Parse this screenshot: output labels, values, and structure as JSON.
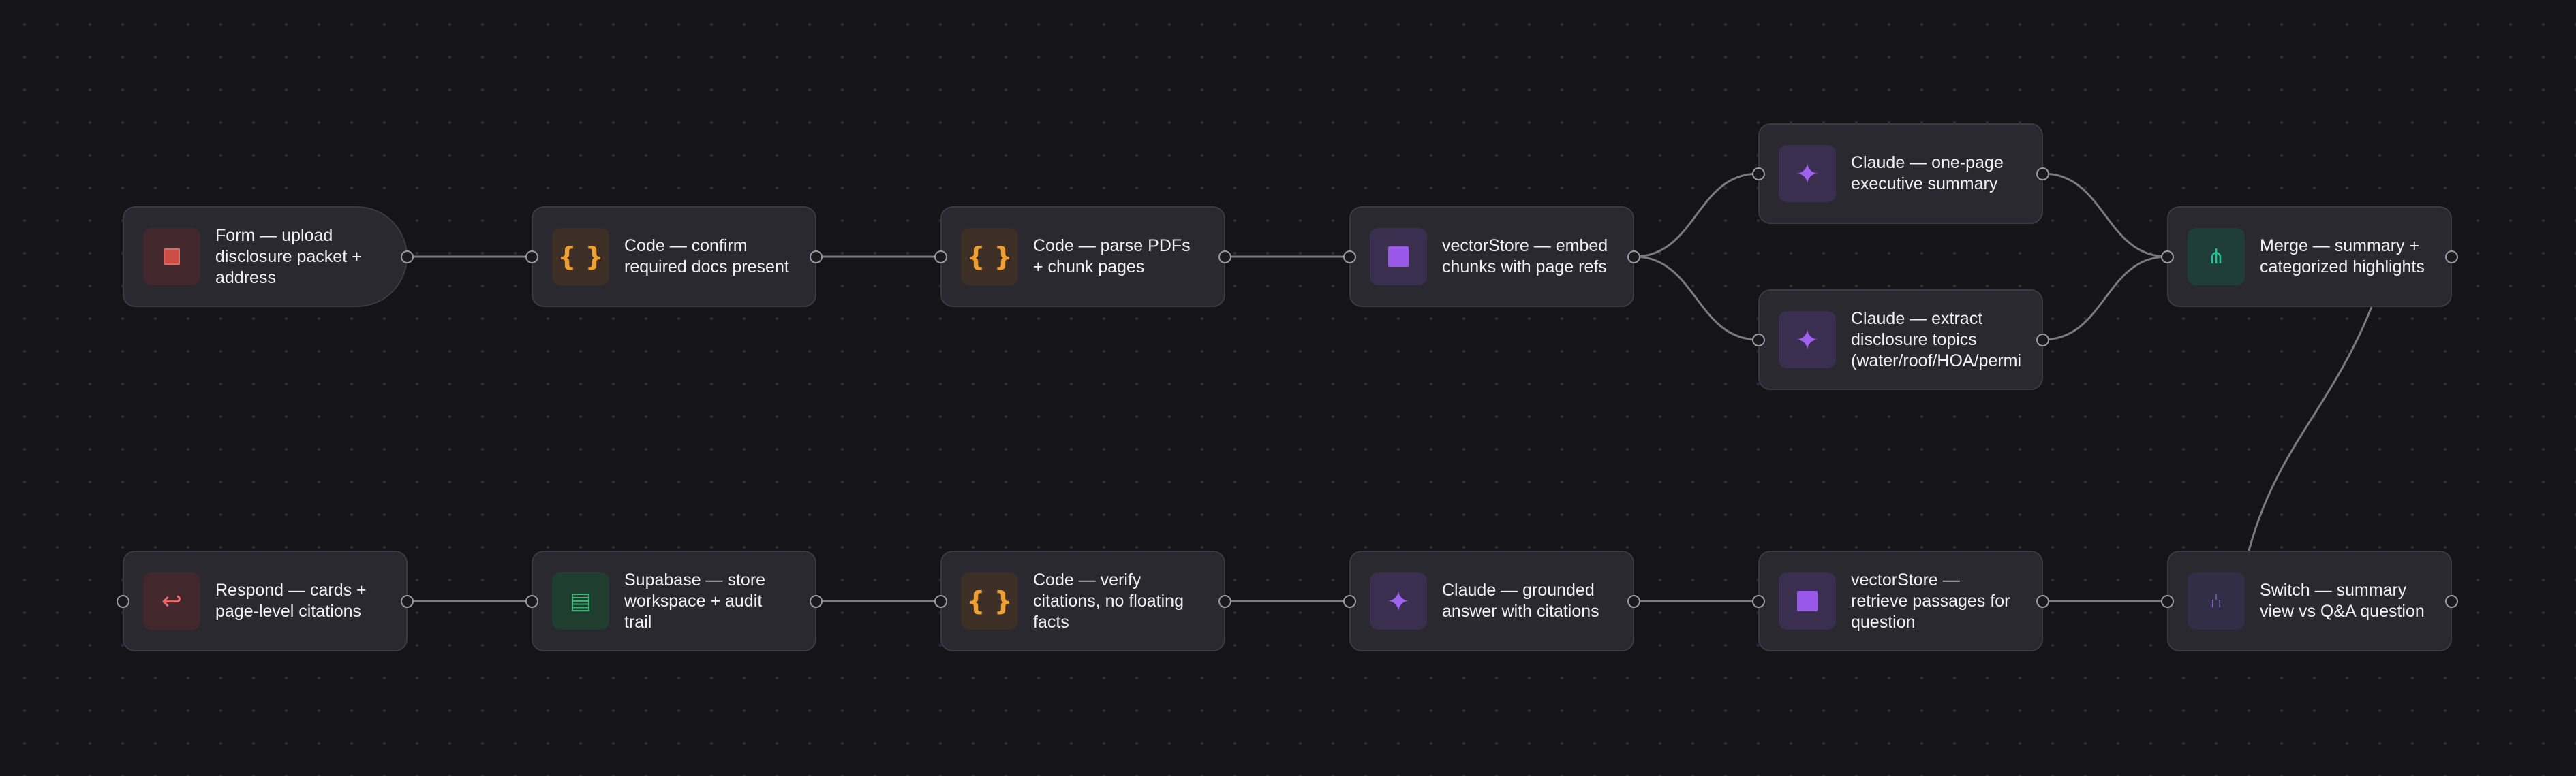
{
  "colors": {
    "background": "#151419",
    "node_fill": "#2a2930",
    "node_border": "#3b3a43",
    "edge": "#7a7a80",
    "form_accent": "#e5534b",
    "code_accent": "#f0a030",
    "vector_accent": "#9a58e8",
    "claude_accent": "#a060f0",
    "merge_accent": "#22c59a",
    "supabase_accent": "#3dba78",
    "respond_accent": "#f06a6a",
    "switch_accent": "#8a72d8"
  },
  "nodes": [
    {
      "id": "form",
      "label": "Form — upload\ndisclosure packet +\naddress",
      "icon": "form-square-icon",
      "trigger": true
    },
    {
      "id": "confirm",
      "label": "Code — confirm\nrequired docs present",
      "icon": "code-braces-icon"
    },
    {
      "id": "parse",
      "label": "Code — parse PDFs\n+ chunk pages",
      "icon": "code-braces-icon"
    },
    {
      "id": "embed",
      "label": "vectorStore — embed\nchunks with page refs",
      "icon": "vector-square-icon"
    },
    {
      "id": "summary",
      "label": "Claude — one-page\nexecutive summary",
      "icon": "sparkle-icon"
    },
    {
      "id": "extract",
      "label": "Claude — extract\ndisclosure topics\n(water/roof/HOA/permi",
      "icon": "sparkle-icon"
    },
    {
      "id": "merge",
      "label": "Merge — summary +\ncategorized highlights",
      "icon": "merge-icon"
    },
    {
      "id": "switch",
      "label": "Switch — summary\nview vs Q&A question",
      "icon": "switch-icon"
    },
    {
      "id": "retrieve",
      "label": "vectorStore —\nretrieve passages for\nquestion",
      "icon": "vector-square-icon"
    },
    {
      "id": "answer",
      "label": "Claude — grounded\nanswer with citations",
      "icon": "sparkle-icon"
    },
    {
      "id": "verify",
      "label": "Code — verify\ncitations, no floating\nfacts",
      "icon": "code-braces-icon"
    },
    {
      "id": "store",
      "label": "Supabase — store\nworkspace + audit\ntrail",
      "icon": "database-icon"
    },
    {
      "id": "respond",
      "label": "Respond — cards +\npage-level citations",
      "icon": "return-arrow-icon"
    }
  ],
  "edges": [
    [
      "form",
      "confirm"
    ],
    [
      "confirm",
      "parse"
    ],
    [
      "parse",
      "embed"
    ],
    [
      "embed",
      "summary"
    ],
    [
      "embed",
      "extract"
    ],
    [
      "summary",
      "merge"
    ],
    [
      "extract",
      "merge"
    ],
    [
      "merge",
      "switch"
    ],
    [
      "switch",
      "retrieve"
    ],
    [
      "retrieve",
      "answer"
    ],
    [
      "answer",
      "verify"
    ],
    [
      "verify",
      "store"
    ],
    [
      "store",
      "respond"
    ]
  ]
}
